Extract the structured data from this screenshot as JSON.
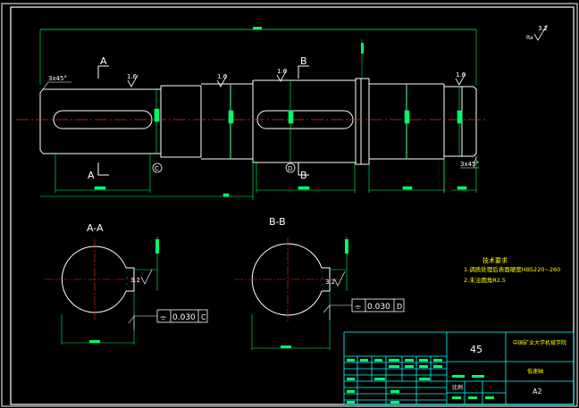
{
  "colors": {
    "background": "#000000",
    "outline": "#ffffff",
    "centerline": "#ff2020",
    "dimension": "#00ff66",
    "hatch": "#00ffff",
    "annotation": "#ffff00",
    "titleblock": "#00ffff"
  },
  "views": {
    "section_a_cut_top": "A",
    "section_a_cut_bottom": "A",
    "section_b_cut_top": "B",
    "section_b_cut_bottom": "B",
    "section_a_title": "A-A",
    "section_b_title": "B-B",
    "chamfer_left": "3x45°",
    "chamfer_right": "3x45°",
    "roughness_top_right": "3.2",
    "roughness_top_right_prefix": "Ra",
    "roughness_1": "1.6",
    "roughness_2": "1.6",
    "roughness_3": "1.6",
    "roughness_4": "1.6",
    "roughness_sec_a": "3.2",
    "roughness_sec_b": "3.2",
    "datum_c": "C",
    "datum_d": "D",
    "tol_a_symbol": "⌯",
    "tol_a_value": "0.030",
    "tol_a_datum": "C",
    "tol_b_symbol": "⌯",
    "tol_b_value": "0.030",
    "tol_b_datum": "D"
  },
  "notes": {
    "title": "技术要求",
    "line1": "1.调质处理后表面硬度HBS220~260",
    "line2": "2.未注圆角R2.5"
  },
  "titleblock": {
    "material": "45",
    "company": "中国矿业大学机械学院",
    "part_name": "低速轴",
    "scale_label": "比例",
    "sheet_size": "A2"
  }
}
